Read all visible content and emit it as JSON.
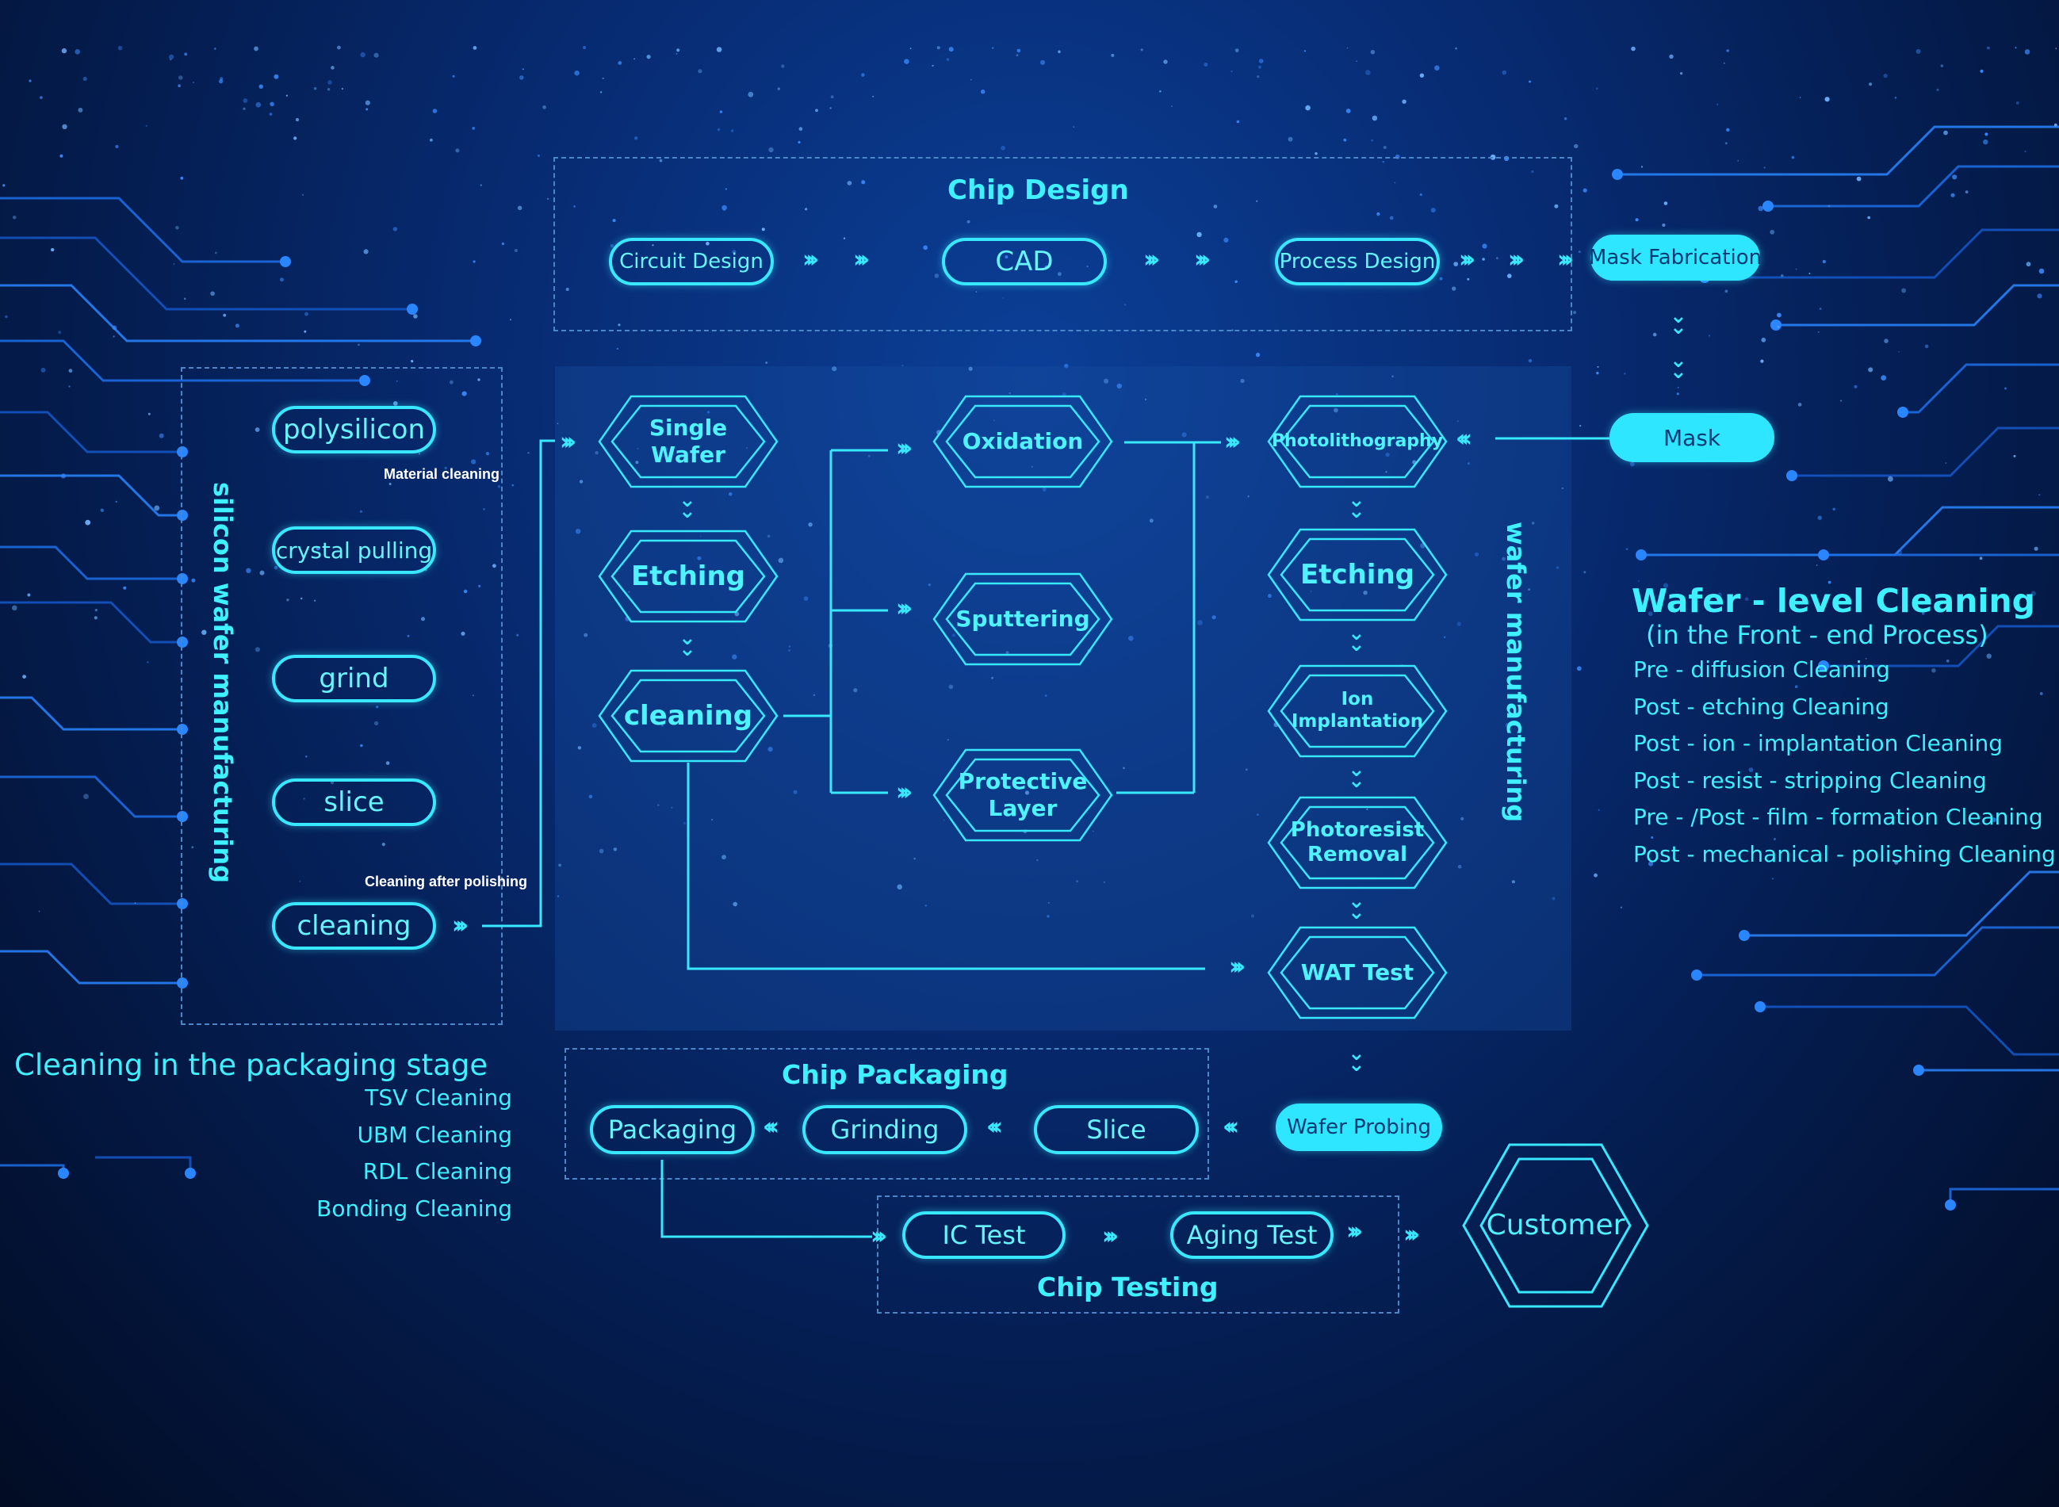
{
  "colors": {
    "accent": "#38e8ff",
    "background": "#06225e",
    "filled_pill": "#2ee6ff"
  },
  "chip_design": {
    "title": "Chip Design",
    "steps": [
      "Circuit Design",
      "CAD",
      "Process Design"
    ],
    "mask_fabrication": "Mask Fabrication"
  },
  "silicon": {
    "vertical_label": "silicon wafer manufacturing",
    "steps": [
      "polysilicon",
      "crystal pulling",
      "grind",
      "slice",
      "cleaning"
    ],
    "note_material": "Material cleaning",
    "note_polishing": "Cleaning after polishing"
  },
  "wafer": {
    "vertical_label": "wafer manufacturing",
    "single_wafer": "Single\nWafer",
    "etching_left": "Etching",
    "cleaning": "cleaning",
    "oxidation": "Oxidation",
    "sputtering": "Sputtering",
    "protective_layer": "Protective\nLayer",
    "photolithography": "Photolithography",
    "etching_right": "Etching",
    "ion_implantation": "Ion\nImplantation",
    "photoresist_removal": "Photoresist\nRemoval",
    "wat_test": "WAT Test"
  },
  "mask": "Mask",
  "wafer_level": {
    "title": "Wafer - level Cleaning",
    "subtitle": "(in the Front - end Process)",
    "items": [
      "Pre - diffusion Cleaning",
      "Post - etching Cleaning",
      "Post - ion - implantation Cleaning",
      "Post - resist - stripping Cleaning",
      "Pre - /Post - film - formation Cleaning",
      "Post - mechanical - polishing Cleaning"
    ]
  },
  "packaging_stage": {
    "title": "Cleaning in the packaging stage",
    "items": [
      "TSV  Cleaning",
      "UBM Cleaning",
      "RDL Cleaning",
      "Bonding Cleaning"
    ]
  },
  "chip_packaging": {
    "title": "Chip Packaging",
    "steps": [
      "Packaging",
      "Grinding",
      "Slice"
    ],
    "wafer_probing": "Wafer Probing"
  },
  "chip_testing": {
    "title": "Chip Testing",
    "steps": [
      "IC Test",
      "Aging Test"
    ]
  },
  "customer": "Customer"
}
